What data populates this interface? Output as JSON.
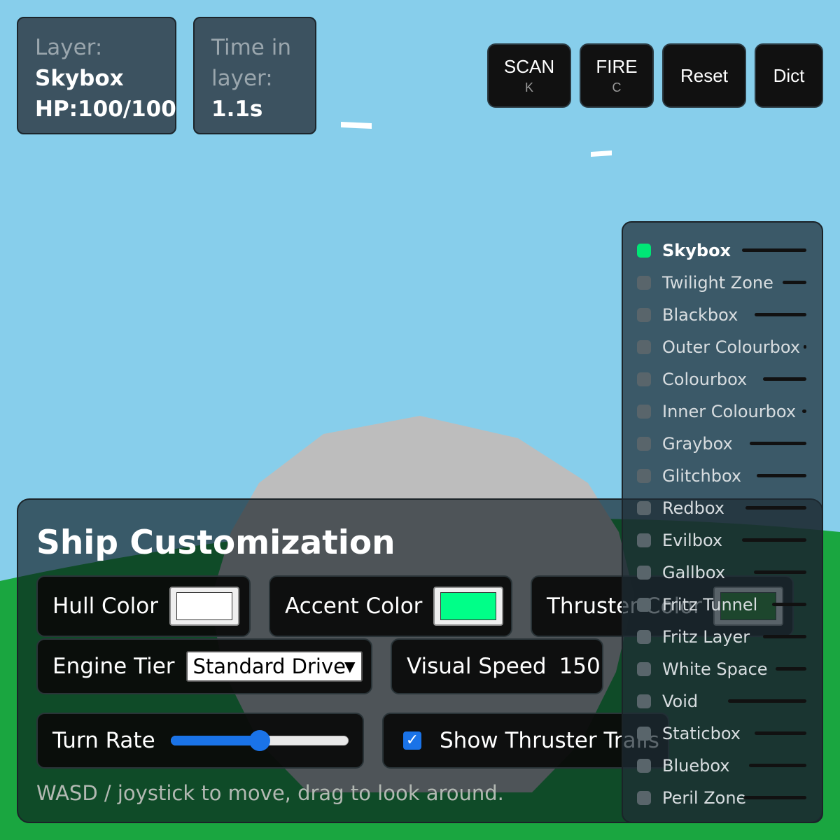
{
  "hud": {
    "layer_label": "Layer:",
    "layer_value": "Skybox",
    "hp_text": "HP:100/100",
    "time_label_line1": "Time in",
    "time_label_line2": "layer:",
    "time_value": "1.1s"
  },
  "top_buttons": {
    "scan": {
      "label": "SCAN",
      "key": "K"
    },
    "fire": {
      "label": "FIRE",
      "key": "C"
    },
    "reset": {
      "label": "Reset"
    },
    "dict": {
      "label": "Dict"
    }
  },
  "customization": {
    "title": "Ship Customization",
    "hull_color_label": "Hull Color",
    "hull_color_value": "#ffffff",
    "accent_color_label": "Accent Color",
    "accent_color_value": "#00ff88",
    "thruster_color_label": "Thruster Color",
    "thruster_color_value": "#1a8a1a",
    "engine_tier_label": "Engine Tier",
    "engine_tier_value": "Standard Drive",
    "visual_speed_label": "Visual Speed",
    "visual_speed_value": "150",
    "turn_rate_label": "Turn Rate",
    "turn_rate_fraction": 0.5,
    "show_trails_label": "Show Thruster Trails",
    "show_trails_checked": true,
    "hint": "WASD / joystick to move, drag to look around."
  },
  "layers": [
    {
      "name": "Skybox",
      "active": true,
      "progress": 0.82
    },
    {
      "name": "Twilight Zone",
      "active": false,
      "progress": 0.3
    },
    {
      "name": "Blackbox",
      "active": false,
      "progress": 0.66
    },
    {
      "name": "Outer Colourbox",
      "active": false,
      "progress": 0.03
    },
    {
      "name": "Colourbox",
      "active": false,
      "progress": 0.55
    },
    {
      "name": "Inner Colourbox",
      "active": false,
      "progress": 0.05
    },
    {
      "name": "Graybox",
      "active": false,
      "progress": 0.72
    },
    {
      "name": "Glitchbox",
      "active": false,
      "progress": 0.63
    },
    {
      "name": "Redbox",
      "active": false,
      "progress": 0.78
    },
    {
      "name": "Evilbox",
      "active": false,
      "progress": 0.82
    },
    {
      "name": "Gallbox",
      "active": false,
      "progress": 0.67
    },
    {
      "name": "Fritz Tunnel",
      "active": false,
      "progress": 0.44
    },
    {
      "name": "Fritz Layer",
      "active": false,
      "progress": 0.55
    },
    {
      "name": "White Space",
      "active": false,
      "progress": 0.39
    },
    {
      "name": "Void",
      "active": false,
      "progress": 1.06
    },
    {
      "name": "Staticbox",
      "active": false,
      "progress": 0.66
    },
    {
      "name": "Bluebox",
      "active": false,
      "progress": 0.73
    },
    {
      "name": "Peril Zone",
      "active": false,
      "progress": 0.8
    }
  ],
  "colors": {
    "sky": "#87ceeb",
    "ground": "#1aa640",
    "rock": "#bdbdbd",
    "active_layer": "#00e676",
    "hud_bg": "#3c5260"
  }
}
